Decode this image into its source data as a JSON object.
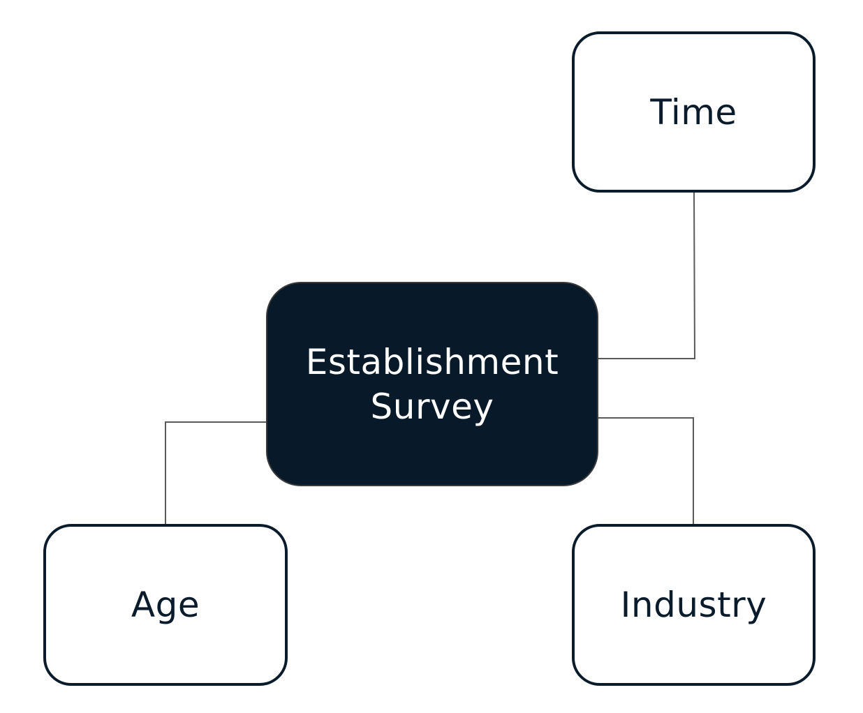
{
  "diagram": {
    "central_node": {
      "line1": "Establishment",
      "line2": "Survey"
    },
    "nodes": {
      "time": "Time",
      "age": "Age",
      "industry": "Industry"
    },
    "colors": {
      "central_fill": "#081a29",
      "node_border": "#0a1b2b",
      "connector": "#5a5a5a",
      "background": "#ffffff"
    }
  }
}
